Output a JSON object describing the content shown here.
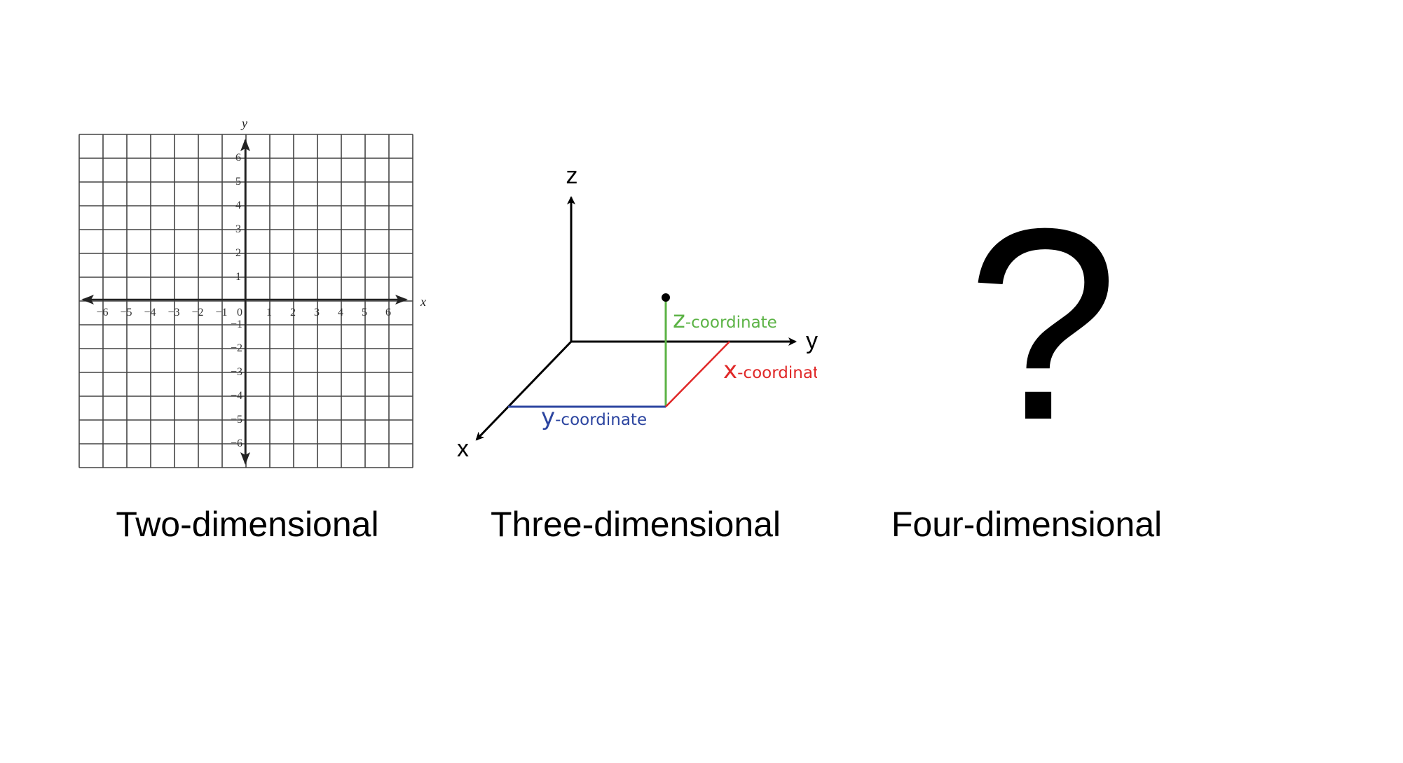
{
  "two_d": {
    "x_axis_label": "x",
    "y_axis_label": "y",
    "x_ticks": [
      "−6",
      "−5",
      "−4",
      "−3",
      "−2",
      "−1",
      "0",
      "1",
      "2",
      "3",
      "4",
      "5",
      "6"
    ],
    "y_ticks_positive": [
      "6",
      "5",
      "4",
      "3",
      "2",
      "1"
    ],
    "y_ticks_negative": [
      "−1",
      "−2",
      "−3",
      "−4",
      "−5",
      "−6"
    ],
    "caption": "Two-dimensional"
  },
  "three_d": {
    "z_axis_label": "z",
    "y_axis_label": "y",
    "x_axis_label": "x",
    "z_coord_letter": "z",
    "y_coord_letter": "y",
    "x_coord_letter": "x",
    "coord_suffix": "-coordinate",
    "x_coord_suffix_visible": "-coordinat",
    "colors": {
      "z": "#5cb346",
      "y": "#2c45a0",
      "x": "#e02828"
    },
    "caption": "Three-dimensional"
  },
  "four_d": {
    "symbol": "?",
    "caption": "Four-dimensional"
  }
}
